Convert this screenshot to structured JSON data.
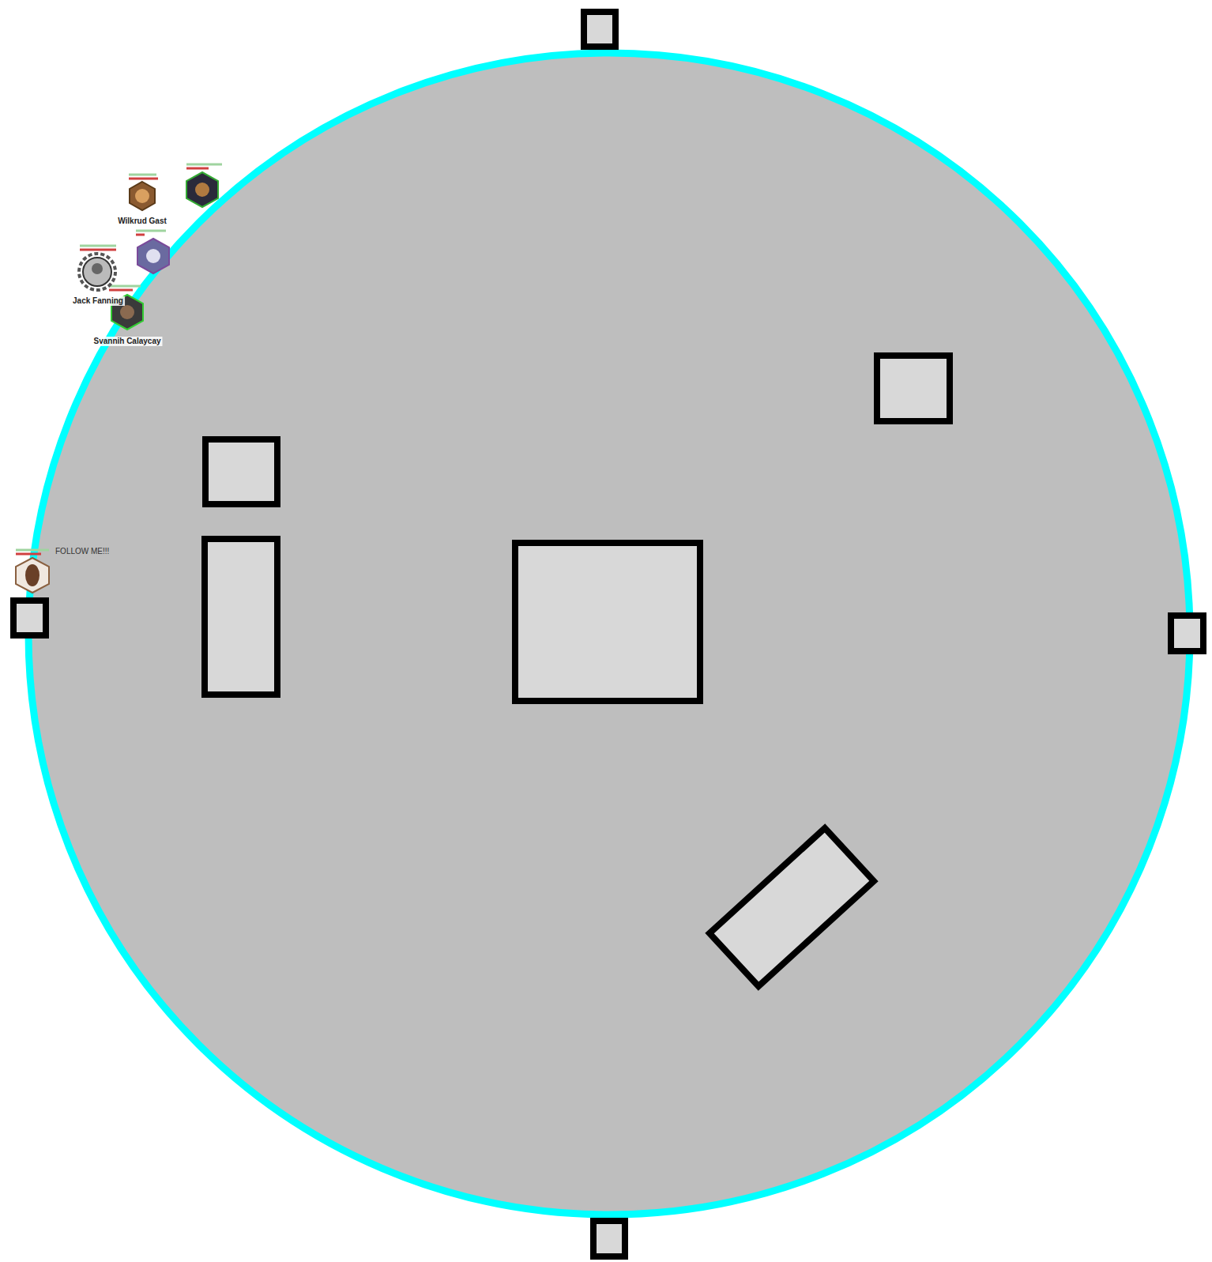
{
  "diagram": {
    "labels": [
      "Wilkrud Gast",
      "Jack Fanning",
      "Svannih Calaycay",
      "FOLLOW ME!!!"
    ]
  }
}
